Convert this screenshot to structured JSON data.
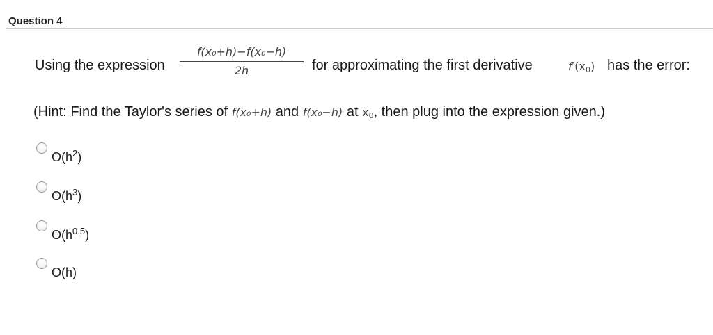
{
  "question": {
    "title": "Question 4",
    "prompt_start": "Using the expression",
    "fraction_numerator": "f(x₀+h)−f(x₀−h)",
    "fraction_denominator": "2h",
    "prompt_mid": "for approximating the first derivative",
    "derivative_f": "f",
    "derivative_rest": "′(x",
    "derivative_sub": "0",
    "derivative_close": ")",
    "prompt_end": "has the error:",
    "hint_start": "(Hint: Find the Taylor's series of",
    "hint_expr1": "f(x₀+h)",
    "hint_and": "and",
    "hint_expr2": "f(x₀−h)",
    "hint_at": "at",
    "hint_x0_base": "x",
    "hint_x0_sub": "0",
    "hint_end": ", then plug into the expression given.)"
  },
  "options": [
    {
      "base": "O(h",
      "sup": "2",
      "close": ")"
    },
    {
      "base": "O(h",
      "sup": "3",
      "close": ")"
    },
    {
      "base": "O(h",
      "sup": "0.5",
      "close": ")"
    },
    {
      "base": "O(h)",
      "sup": "",
      "close": ""
    }
  ]
}
